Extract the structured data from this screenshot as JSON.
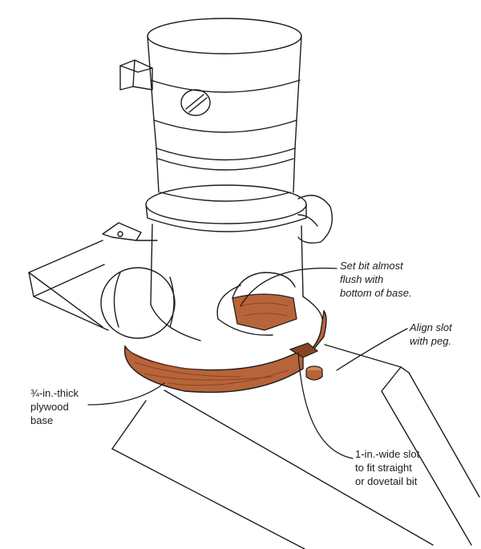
{
  "labels": {
    "set_bit_flush": [
      "Set bit almost",
      "flush with",
      "bottom of base."
    ],
    "align_slot": [
      "Align slot",
      "with peg."
    ],
    "plywood_base": [
      "¾-in.-thick",
      "plywood",
      "base"
    ],
    "slot_width": [
      "1-in.-wide slot",
      "to fit straight",
      "or dovetail bit"
    ]
  },
  "colors": {
    "ink": "#1c1c1c",
    "wood": "#b8643a",
    "wood_dark": "#8a4424",
    "wood_light": "#d08a58"
  }
}
